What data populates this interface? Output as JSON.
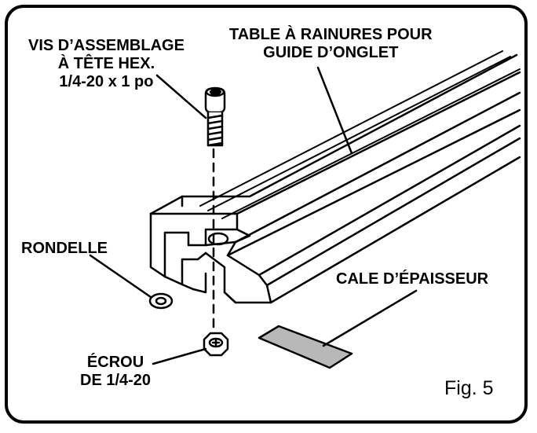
{
  "labels": {
    "screw_line1": "VIS D’ASSEMBLAGE",
    "screw_line2": "À TÊTE HEX.",
    "screw_line3": "1/4-20 x 1 po",
    "table_line1": "TABLE À RAINURES POUR",
    "table_line2": "GUIDE D’ONGLET",
    "washer": "RONDELLE",
    "shim": "CALE D’ÉPAISSEUR",
    "nut_line1": "ÉCROU",
    "nut_line2": "DE 1/4-20"
  },
  "figure_caption": "Fig. 5",
  "colors": {
    "ink": "#000000",
    "shim_fill": "#b8b8b8",
    "paper": "#ffffff"
  }
}
